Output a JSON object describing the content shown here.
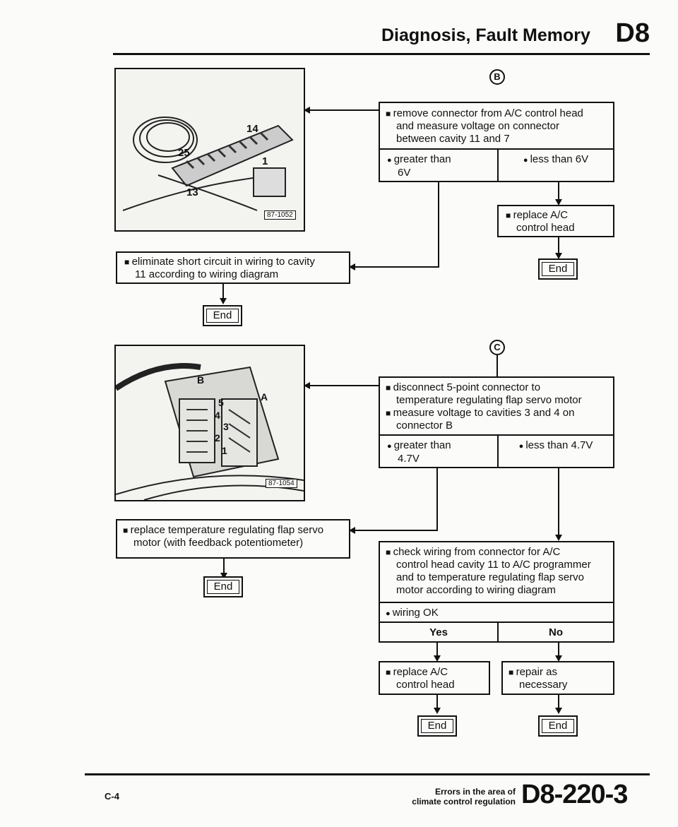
{
  "header": {
    "title": "Diagnosis, Fault Memory",
    "code": "D8"
  },
  "section_b": {
    "label": "B",
    "photo": {
      "part_no": "87-1052",
      "callouts": [
        "14",
        "25",
        "1",
        "13"
      ]
    },
    "step1": {
      "lines": [
        "remove connector from A/C control head",
        "and measure voltage on connector",
        "between cavity 11 and 7"
      ]
    },
    "branch_left": [
      "greater than",
      "6V"
    ],
    "branch_right": "less than 6V",
    "replace": [
      "replace A/C",
      "control head"
    ],
    "eliminate": [
      "eliminate short circuit in wiring to cavity",
      "11 according to wiring diagram"
    ],
    "end_label": "End"
  },
  "section_c": {
    "label": "C",
    "photo": {
      "part_no": "87-1054",
      "callouts": [
        "B",
        "5",
        "A",
        "4",
        "3",
        "2",
        "1"
      ]
    },
    "step1": {
      "bullet1": [
        "disconnect 5-point connector to",
        "temperature regulating flap servo motor"
      ],
      "bullet2": [
        "measure voltage to cavities 3 and 4 on",
        "connector B"
      ]
    },
    "branch_left": [
      "greater than",
      "4.7V"
    ],
    "branch_right": "less than 4.7V",
    "replace_servo": [
      "replace temperature regulating flap servo",
      "motor (with feedback potentiometer)"
    ],
    "check": [
      "check wiring from connector for A/C",
      "control head cavity 11 to A/C programmer",
      "and to temperature regulating flap servo",
      "motor according to wiring diagram"
    ],
    "wiring_ok": "wiring OK",
    "yes": "Yes",
    "no": "No",
    "replace_head": [
      "replace A/C",
      "control head"
    ],
    "repair": [
      "repair as",
      "necessary"
    ],
    "end_label": "End"
  },
  "footer": {
    "left": "C-4",
    "desc": [
      "Errors in the area of",
      "climate control regulation"
    ],
    "page_code": "D8-220-3"
  }
}
